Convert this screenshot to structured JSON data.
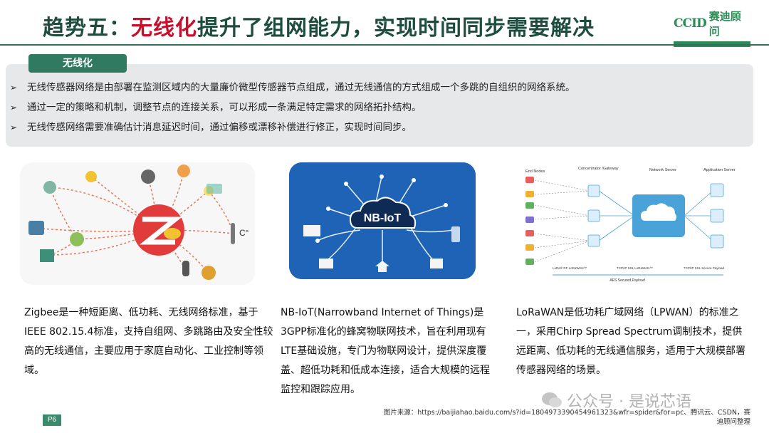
{
  "title": {
    "prefix": "趋势五：",
    "highlight": "无线化",
    "rest": "提升了组网能力，实现时间同步需要解决"
  },
  "logo": {
    "ccid": "CCID",
    "name": "赛迪顾问"
  },
  "section_label": "无线化",
  "bullets": [
    "无线传感器网络是由部署在监测区域内的大量廉价微型传感器节点组成，通过无线通信的方式组成一个多跳的自组织的网络系统。",
    "通过一定的策略和机制，调整节点的连接关系，可以形成一条满足特定需求的网络拓扑结构。",
    "无线传感网络需要准确估计消息延迟时间，通过偏移或漂移补偿进行修正，实现时间同步。"
  ],
  "images": {
    "zigbee": {
      "temp_label": "C°"
    },
    "nbiot": {
      "label": "NB-IoT"
    },
    "lorawan": {
      "headers": [
        "End Nodes",
        "Concentrator /Gateway",
        "Network Server",
        "Application Server"
      ],
      "footer": "AES Secured Payload",
      "link_labels": [
        "LoRa® RF LoRaWAN™",
        "TCP/IP SSL LoRaWAN™",
        "TCP/IP SSL Secure Payload"
      ]
    }
  },
  "descriptions": [
    "Zigbee是一种短距离、低功耗、无线网络标准，基于IEEE 802.15.4标准，支持自组网、多跳路由及安全性较高的无线通信，主要应用于家庭自动化、工业控制等领域。",
    "NB-IoT(Narrowband Internet of Things)是3GPP标准化的蜂窝物联网技术，旨在利用现有LTE基础设施，专门为物联网设计，提供深度覆盖、超低功耗和低成本连接，适合大规模的远程监控和跟踪应用。",
    "LoRaWAN是低功耗广域网络（LPWAN）的标准之一，采用Chirp Spread Spectrum调制技术，提供远距离、低功耗的无线通信服务，适用于大规模部署传感器网络的场景。"
  ],
  "page_number": "P6",
  "source": "图片来源：https://baijiahao.baidu.com/s?id=1804973390454961323&wfr=spider&for=pc、腾讯云、CSDN，赛迪顾问整理",
  "watermark": "公众号 · 是说芯语",
  "colors": {
    "accent_red": "#c8102e",
    "brand_green": "#2f7a60",
    "title_green": "#1e4d3f",
    "nbiot_blue": "#1e63b5"
  }
}
